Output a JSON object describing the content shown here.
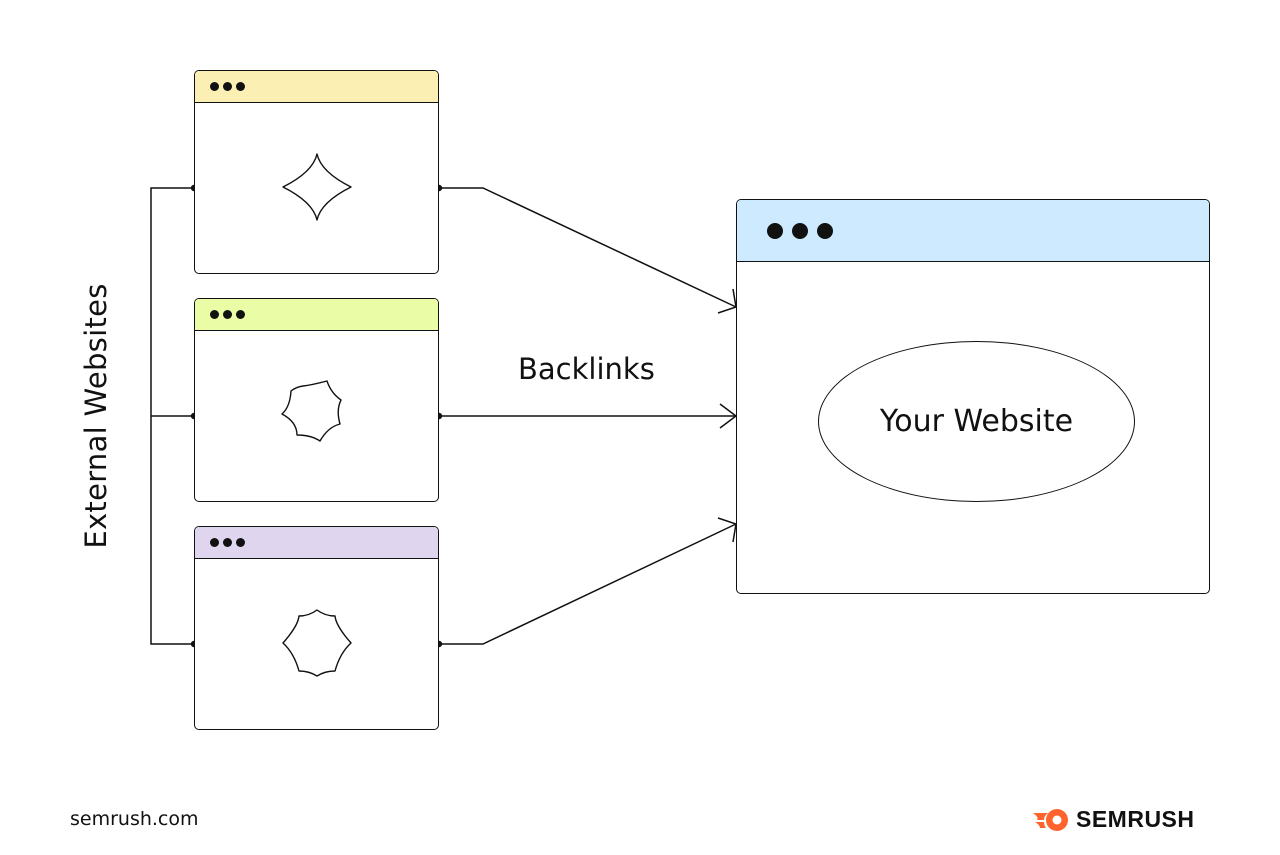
{
  "diagram": {
    "side_label": "External Websites",
    "edge_label": "Backlinks",
    "target_label": "Your Website",
    "colors": {
      "ext1_bar": "#fcefb4",
      "ext2_bar": "#eafca6",
      "ext3_bar": "#dfd5ef",
      "target_bar": "#cdeaff",
      "stroke": "#111111",
      "brand_orange": "#ff642d"
    },
    "external_sites": [
      {
        "icon": "four-point-star-icon"
      },
      {
        "icon": "six-point-star-icon"
      },
      {
        "icon": "eight-point-flower-icon"
      }
    ]
  },
  "footer": {
    "url": "semrush.com",
    "brand": "SEMRUSH",
    "brand_icon": "semrush-logo-icon"
  }
}
